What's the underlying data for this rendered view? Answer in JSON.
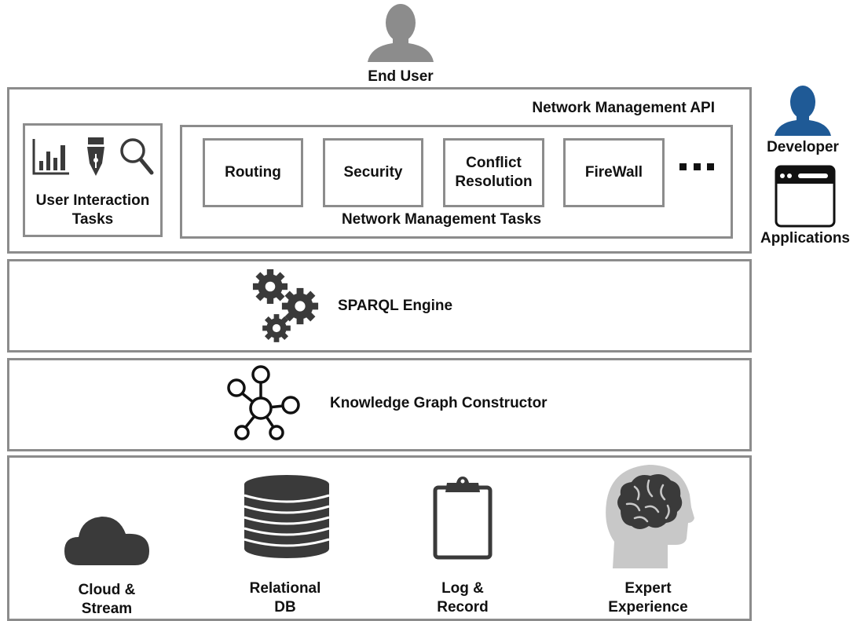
{
  "top": {
    "end_user_label": "End User",
    "developer_label": "Developer",
    "applications_label": "Applications"
  },
  "api_layer": {
    "title": "Network Management API",
    "user_interaction": {
      "label_line1": "User Interaction",
      "label_line2": "Tasks"
    },
    "network_tasks": {
      "group_label": "Network Management Tasks",
      "items": [
        {
          "line1": "Routing",
          "line2": ""
        },
        {
          "line1": "Security",
          "line2": ""
        },
        {
          "line1": "Conflict",
          "line2": "Resolution"
        },
        {
          "line1": "FireWall",
          "line2": ""
        }
      ]
    }
  },
  "engine_layer": {
    "label": "SPARQL Engine"
  },
  "kg_layer": {
    "label": "Knowledge Graph Constructor"
  },
  "sources_layer": {
    "items": [
      {
        "line1": "Cloud &",
        "line2": "Stream",
        "icon": "cloud-icon"
      },
      {
        "line1": "Relational",
        "line2": "DB",
        "icon": "database-icon"
      },
      {
        "line1": "Log &",
        "line2": "Record",
        "icon": "clipboard-icon"
      },
      {
        "line1": "Expert",
        "line2": "Experience",
        "icon": "brain-head-icon"
      }
    ]
  },
  "colors": {
    "border": "#8c8c8c",
    "end_user_icon": "#8c8c8c",
    "developer_icon": "#1f5a96",
    "dark_icon": "#3a3a3a",
    "head_icon": "#c8c8c8"
  }
}
